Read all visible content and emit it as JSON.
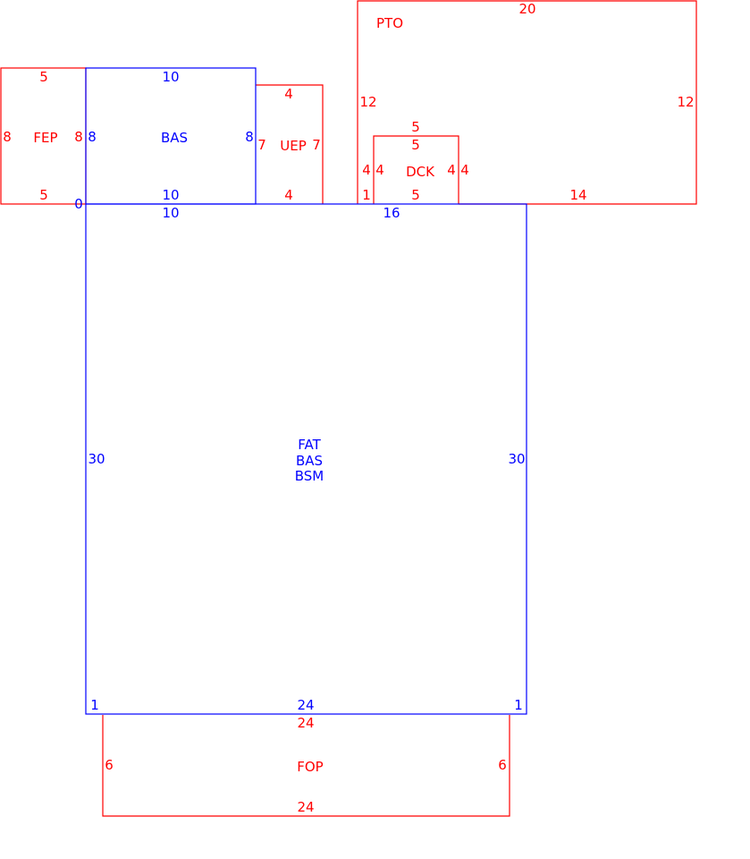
{
  "colors": {
    "primary": "#0000ff",
    "secondary": "#ff0000",
    "background": "#ffffff"
  },
  "areas": {
    "fep": {
      "label": "FEP",
      "top": "5",
      "bottom": "5",
      "left": "8",
      "right": "8"
    },
    "bas": {
      "label": "BAS",
      "top": "10",
      "bottom": "10",
      "left": "8",
      "right": "8"
    },
    "uep": {
      "label": "UEP",
      "top": "4",
      "bottom": "4",
      "left": "7",
      "right": "7"
    },
    "pto": {
      "label": "PTO",
      "top": "20",
      "left": "12",
      "right": "12",
      "bottom_left": "1",
      "bottom_right": "14"
    },
    "dck": {
      "label": "DCK",
      "top_outer": "5",
      "top_inner": "5",
      "bottom": "5",
      "left_outer": "4",
      "left_inner": "4",
      "right_inner": "4",
      "right_outer": "4"
    },
    "main": {
      "label_lines": [
        "FAT",
        "BAS",
        "BSM"
      ],
      "corner_top_left": "0",
      "top_left": "10",
      "top_right": "16",
      "left": "30",
      "right": "30",
      "bottom": "24",
      "bottom_left_stub": "1",
      "bottom_right_stub": "1"
    },
    "fop": {
      "label": "FOP",
      "top": "24",
      "bottom": "24",
      "left": "6",
      "right": "6"
    }
  }
}
